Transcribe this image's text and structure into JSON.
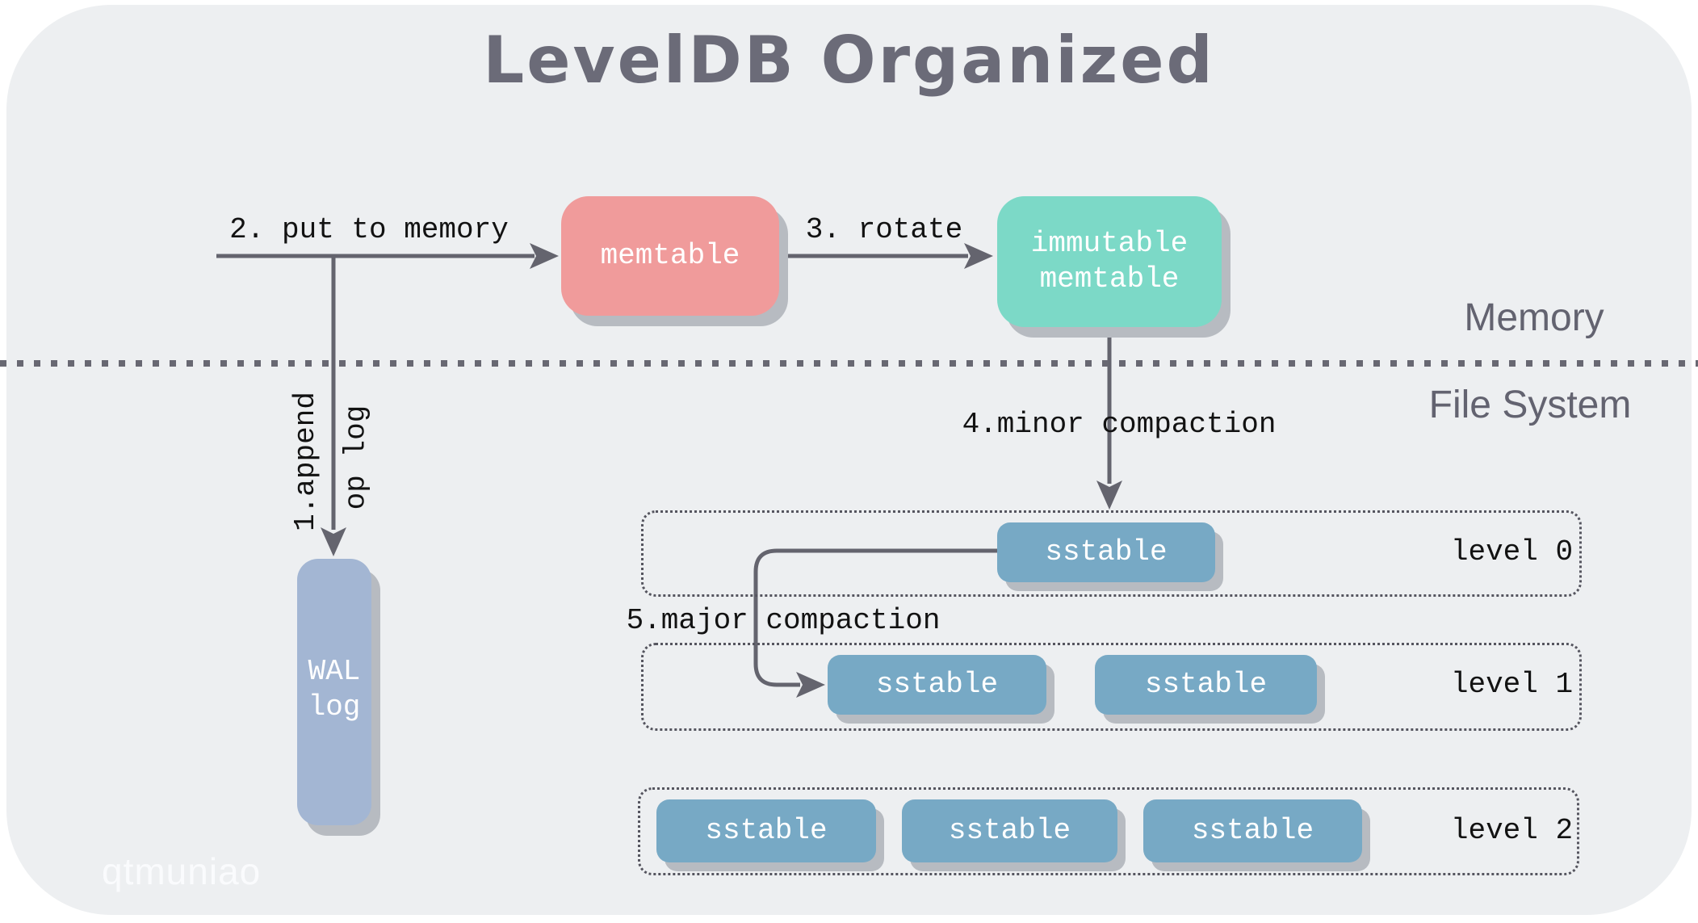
{
  "title": "LevelDB Organized",
  "watermark": "qtmuniao",
  "regions": {
    "memory_label": "Memory",
    "filesystem_label": "File System"
  },
  "steps": {
    "step1_line1": "1.append",
    "step1_line2": "op log",
    "step2": "2. put to memory",
    "step3": "3. rotate",
    "step4": "4.minor compaction",
    "step5": "5.major compaction"
  },
  "nodes": {
    "memtable": {
      "label": "memtable",
      "color": "#f09b9b"
    },
    "immutable_memtable": {
      "line1": "immutable",
      "line2": "memtable",
      "color": "#7cd9c7"
    },
    "wal": {
      "line1": "WAL",
      "line2": "log",
      "color": "#a3b6d3"
    }
  },
  "levels": [
    {
      "label": "level 0",
      "sstables": [
        "sstable"
      ]
    },
    {
      "label": "level 1",
      "sstables": [
        "sstable",
        "sstable"
      ]
    },
    {
      "label": "level 2",
      "sstables": [
        "sstable",
        "sstable",
        "sstable"
      ]
    }
  ],
  "colors": {
    "background_panel": "#edeff1",
    "sstable": "#77a9c5",
    "arrow": "#64646e",
    "title_text": "#6b6b78",
    "region_text": "#636370",
    "shadow": "#b7bbc1"
  }
}
